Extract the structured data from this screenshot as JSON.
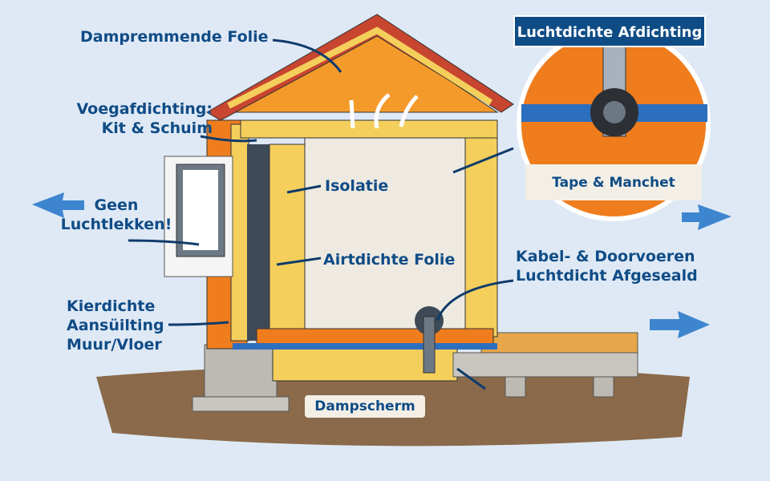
{
  "labels": {
    "vapor_retarder": "Dampremmende Folie",
    "joint_sealing_1": "Voegafdichting:",
    "joint_sealing_2": "Kit & Schuim",
    "no_leaks_1": "Geen",
    "no_leaks_2": "Luchtlekken!",
    "gap_seal_1": "Kierdichte",
    "gap_seal_2": "Aansüilting",
    "gap_seal_3": "Muur/Vloer",
    "insulation": "Isolatie",
    "airtight_foil": "Airtdichte Folie",
    "airtight_sealing": "Luchtdichte Afdichting",
    "tape_sleeve": "Tape & Manchet",
    "cables_1": "Kabel- & Doorvoeren",
    "cables_2": "Luchtdicht Afgeseald",
    "vapor_barrier": "Dampscherm"
  },
  "colors": {
    "label_text": "#0f4c86",
    "wall_orange": "#ef7d1e",
    "insulation_yellow": "#f4cf5c",
    "roof_red": "#c8452f",
    "arrow_blue": "#3d86cf",
    "soil": "#8a6a4a"
  }
}
